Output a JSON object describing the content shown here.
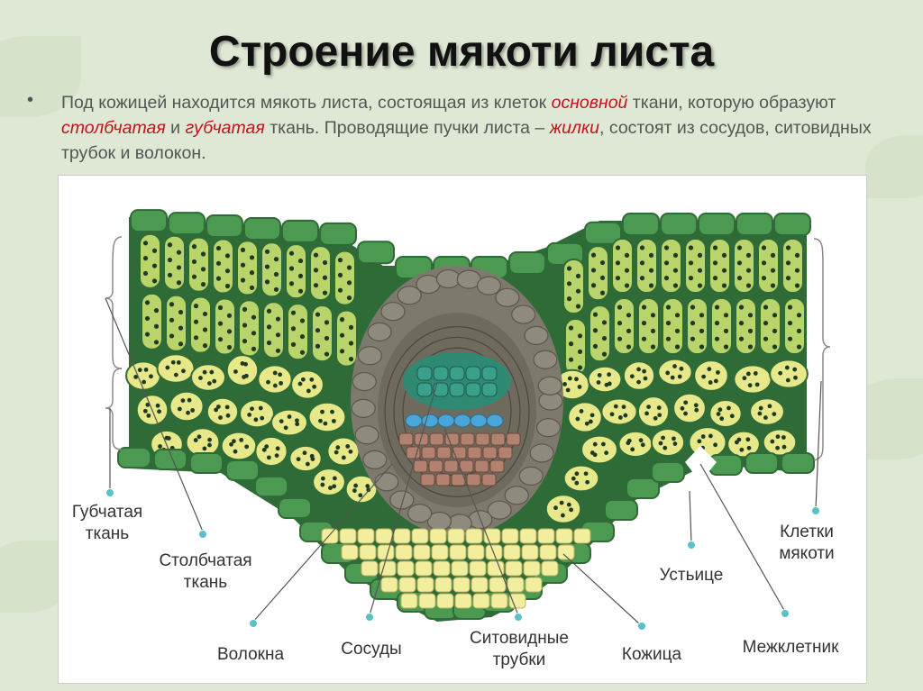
{
  "title": "Строение мякоти листа",
  "paragraph": {
    "bullet": "•",
    "t1": "Под кожицей находится мякоть листа, состоящая из клеток ",
    "h1": "основной",
    "t2": " ткани, которую образуют ",
    "h2": "столбчатая",
    "t3": " и ",
    "h3": "губчатая",
    "t4": " ткань. Проводящие пучки листа – ",
    "h4": "жилки",
    "t5": ", состоят из сосудов, ситовидных трубок и волокон."
  },
  "labels": {
    "spongy": [
      "Губчатая",
      "ткань"
    ],
    "palisade": [
      "Столбчатая",
      "ткань"
    ],
    "fibers": "Волокна",
    "vessels": "Сосуды",
    "sieve": [
      "Ситовидные",
      "трубки"
    ],
    "skin": "Кожица",
    "stomata": "Устьице",
    "intercellular": "Межклетник",
    "pulp": [
      "Клетки",
      "мякоти"
    ]
  },
  "colors": {
    "epidermis": "#4c9a52",
    "epidermis_dark": "#2f6b36",
    "palisade": "#b9d46a",
    "spongy": "#e6e88a",
    "bundle_sheath": "#8f8a7e",
    "xylem_top": "#3aa08a",
    "xylem_blue": "#4aa6d6",
    "phloem": "#b2816f",
    "fiber": "#f2ee9e",
    "dots": "#1f3a22",
    "pointer": "#58c2c6",
    "accent_red": "#c0141c"
  }
}
